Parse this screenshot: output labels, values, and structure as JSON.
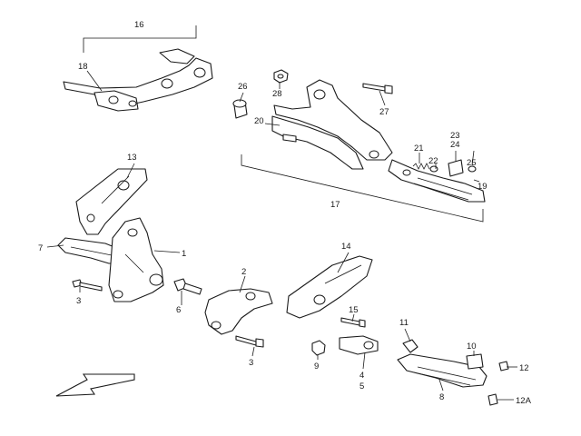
{
  "labels": {
    "p1": "1",
    "p2": "2",
    "p3a": "3",
    "p3b": "3",
    "p4": "4",
    "p5": "5",
    "p6": "6",
    "p7": "7",
    "p8": "8",
    "p9": "9",
    "p10": "10",
    "p11": "11",
    "p12": "12",
    "p12a": "12A",
    "p13": "13",
    "p14": "14",
    "p15": "15",
    "p16": "16",
    "p17": "17",
    "p18": "18",
    "p19": "19",
    "p20": "20",
    "p21": "21",
    "p22": "22",
    "p23": "23",
    "p24": "24",
    "p25": "25",
    "p26": "26",
    "p27": "27",
    "p28": "28"
  },
  "colors": {
    "line": "#1a1a1a",
    "background": "#ffffff"
  },
  "icons": {
    "front_direction": "arrow-icon"
  }
}
